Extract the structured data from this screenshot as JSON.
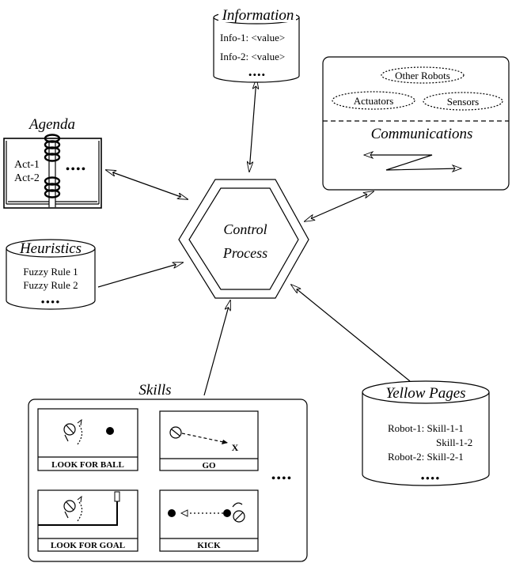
{
  "control": {
    "line1": "Control",
    "line2": "Process"
  },
  "information": {
    "title": "Information",
    "item1": "Info-1: <value>",
    "item2": "Info-2: <value>",
    "more": "••••"
  },
  "communications": {
    "title": "Communications",
    "other_robots": "Other Robots",
    "actuators": "Actuators",
    "sensors": "Sensors"
  },
  "agenda": {
    "title": "Agenda",
    "act1": "Act-1",
    "act2": "Act-2",
    "more": "••••"
  },
  "heuristics": {
    "title": "Heuristics",
    "rule1": "Fuzzy Rule 1",
    "rule2": "Fuzzy Rule 2",
    "more": "••••"
  },
  "skills": {
    "title": "Skills",
    "look_for_ball": "LOOK FOR BALL",
    "go": "GO",
    "look_for_goal": "LOOK FOR GOAL",
    "kick": "KICK",
    "go_target": "X",
    "more": "••••"
  },
  "yellow_pages": {
    "title": "Yellow Pages",
    "line1": "Robot-1: Skill-1-1",
    "line2": "Skill-1-2",
    "line3": "Robot-2: Skill-2-1",
    "more": "••••"
  }
}
